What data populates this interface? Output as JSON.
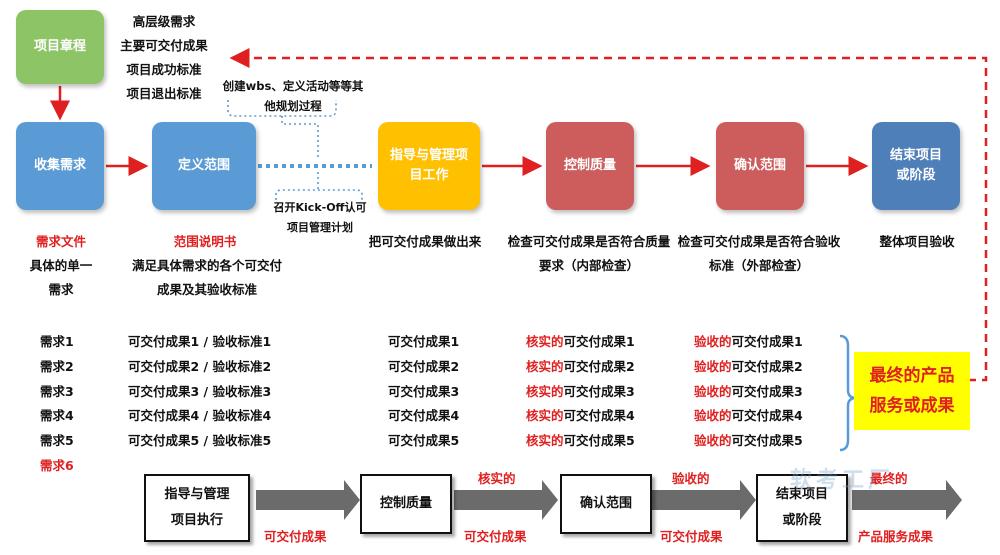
{
  "colors": {
    "green": "#8dc466",
    "blue": "#5b9bd5",
    "yellow": "#ffc000",
    "red_box": "#cd5c5c",
    "dark_blue": "#4f7fb8",
    "red_text": "#e02020",
    "dashed_blue": "#5b9bd5",
    "gray_arrow": "#6b6b6b"
  },
  "charter": {
    "label": "项目章程",
    "notes": [
      "高层级需求",
      "主要可交付成果",
      "项目成功标准",
      "项目退出标准"
    ]
  },
  "processes": [
    {
      "label": "收集需求",
      "color": "blue"
    },
    {
      "label": "定义范围",
      "color": "blue"
    },
    {
      "label": "指导与管理项目工作",
      "color": "yellow"
    },
    {
      "label": "控制质量",
      "color": "red_box"
    },
    {
      "label": "确认范围",
      "color": "red_box"
    },
    {
      "label": "结束项目或阶段",
      "color": "dark_blue"
    }
  ],
  "callouts": {
    "top": "创建wbs、定义活动等等其他规划过程",
    "bottom": "召开Kick-Off认可项目管理计划"
  },
  "descriptions": {
    "collect_title": "需求文件",
    "collect_body": "具体的单一需求",
    "define_title": "范围说明书",
    "define_body": "满足具体需求的各个可交付成果及其验收标准",
    "direct": "把可交付成果做出来",
    "quality": "检查可交付成果是否符合质量要求（内部检查）",
    "validate": "检查可交付成果是否符合验收标准（外部检查）",
    "close": "整体项目验收"
  },
  "lists": {
    "requirements": [
      "需求1",
      "需求2",
      "需求3",
      "需求4",
      "需求5",
      "需求6"
    ],
    "scope_items": [
      "可交付成果1 / 验收标准1",
      "可交付成果2 / 验收标准2",
      "可交付成果3 / 验收标准3",
      "可交付成果4 / 验收标准4",
      "可交付成果5 / 验收标准5"
    ],
    "deliverables": [
      "可交付成果1",
      "可交付成果2",
      "可交付成果3",
      "可交付成果4",
      "可交付成果5"
    ],
    "verified_prefix": "核实的",
    "verified": [
      "可交付成果1",
      "可交付成果2",
      "可交付成果3",
      "可交付成果4",
      "可交付成果5"
    ],
    "accepted_prefix": "验收的",
    "accepted": [
      "可交付成果1",
      "可交付成果2",
      "可交付成果3",
      "可交付成果4",
      "可交付成果5"
    ]
  },
  "final_result": "最终的产品服务或成果",
  "flow": {
    "boxes": [
      "指导与管理项目执行",
      "控制质量",
      "确认范围",
      "结束项目或阶段"
    ],
    "above": [
      "",
      "核实的",
      "验收的",
      "最终的"
    ],
    "below": [
      "可交付成果",
      "可交付成果",
      "可交付成果",
      "产品服务成果"
    ]
  },
  "watermark": "软考工厂"
}
